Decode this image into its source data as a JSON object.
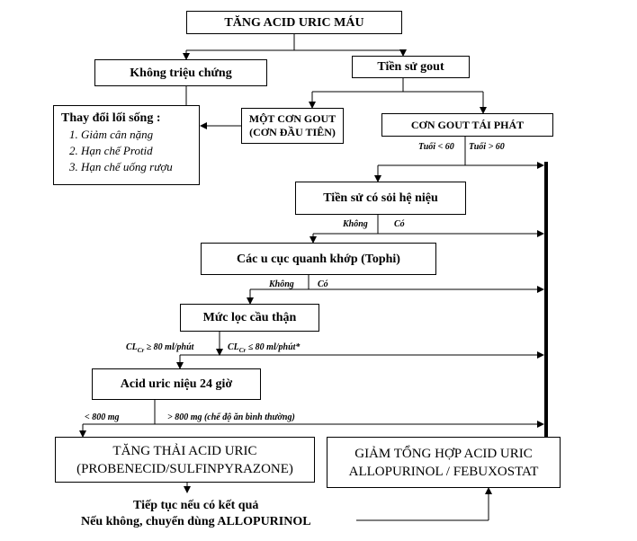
{
  "nodes": {
    "top": "TĂNG ACID URIC MÁU",
    "asymptomatic": "Không triệu chứng",
    "gout_history": "Tiền sử  gout",
    "first_attack_line1": "MỘT CƠN GOUT",
    "first_attack_line2": "(CƠN ĐẦU TIÊN)",
    "recurrent": "CƠN GOUT TÁI PHÁT",
    "lifestyle_title": "Thay đổi lối sống :",
    "lifestyle_items": [
      "Giảm cân nặng",
      "Hạn chế Protid",
      "Hạn chế uống rượu"
    ],
    "stones": "Tiền sử có sỏi hệ niệu",
    "tophi": "Các u cục quanh khớp (Tophi)",
    "gfr": "Mức lọc cầu thận",
    "urine_acid": "Acid uric niệu 24 giờ",
    "uricosuric_line1": "TĂNG THẢI ACID URIC",
    "uricosuric_line2": "(PROBENECID/SULFINPYRAZONE)",
    "synthesis_line1": "GIẢM TỔNG HỢP ACID URIC",
    "synthesis_line2": "ALLOPURINOL / FEBUXOSTAT",
    "continue_line1": "Tiếp tục nếu có kết quả",
    "continue_line2": "Nếu không, chuyển dùng ALLOPURINOL"
  },
  "labels": {
    "age_lt": "Tuổi < 60",
    "age_gt": "Tuổi > 60",
    "stones_no": "Không",
    "stones_yes": "Có",
    "tophi_no": "Không",
    "tophi_yes": "Có",
    "clcr_ge": "CL",
    "clcr_ge_sub": "Cr",
    "clcr_ge_rest": " ≥ 80 ml/phút",
    "clcr_le": "CL",
    "clcr_le_sub": "Cr",
    "clcr_le_rest": " ≤ 80 ml/phút*",
    "urine_lt": "< 800 mg",
    "urine_gt": "> 800 mg (chế độ ăn bình thường)"
  }
}
